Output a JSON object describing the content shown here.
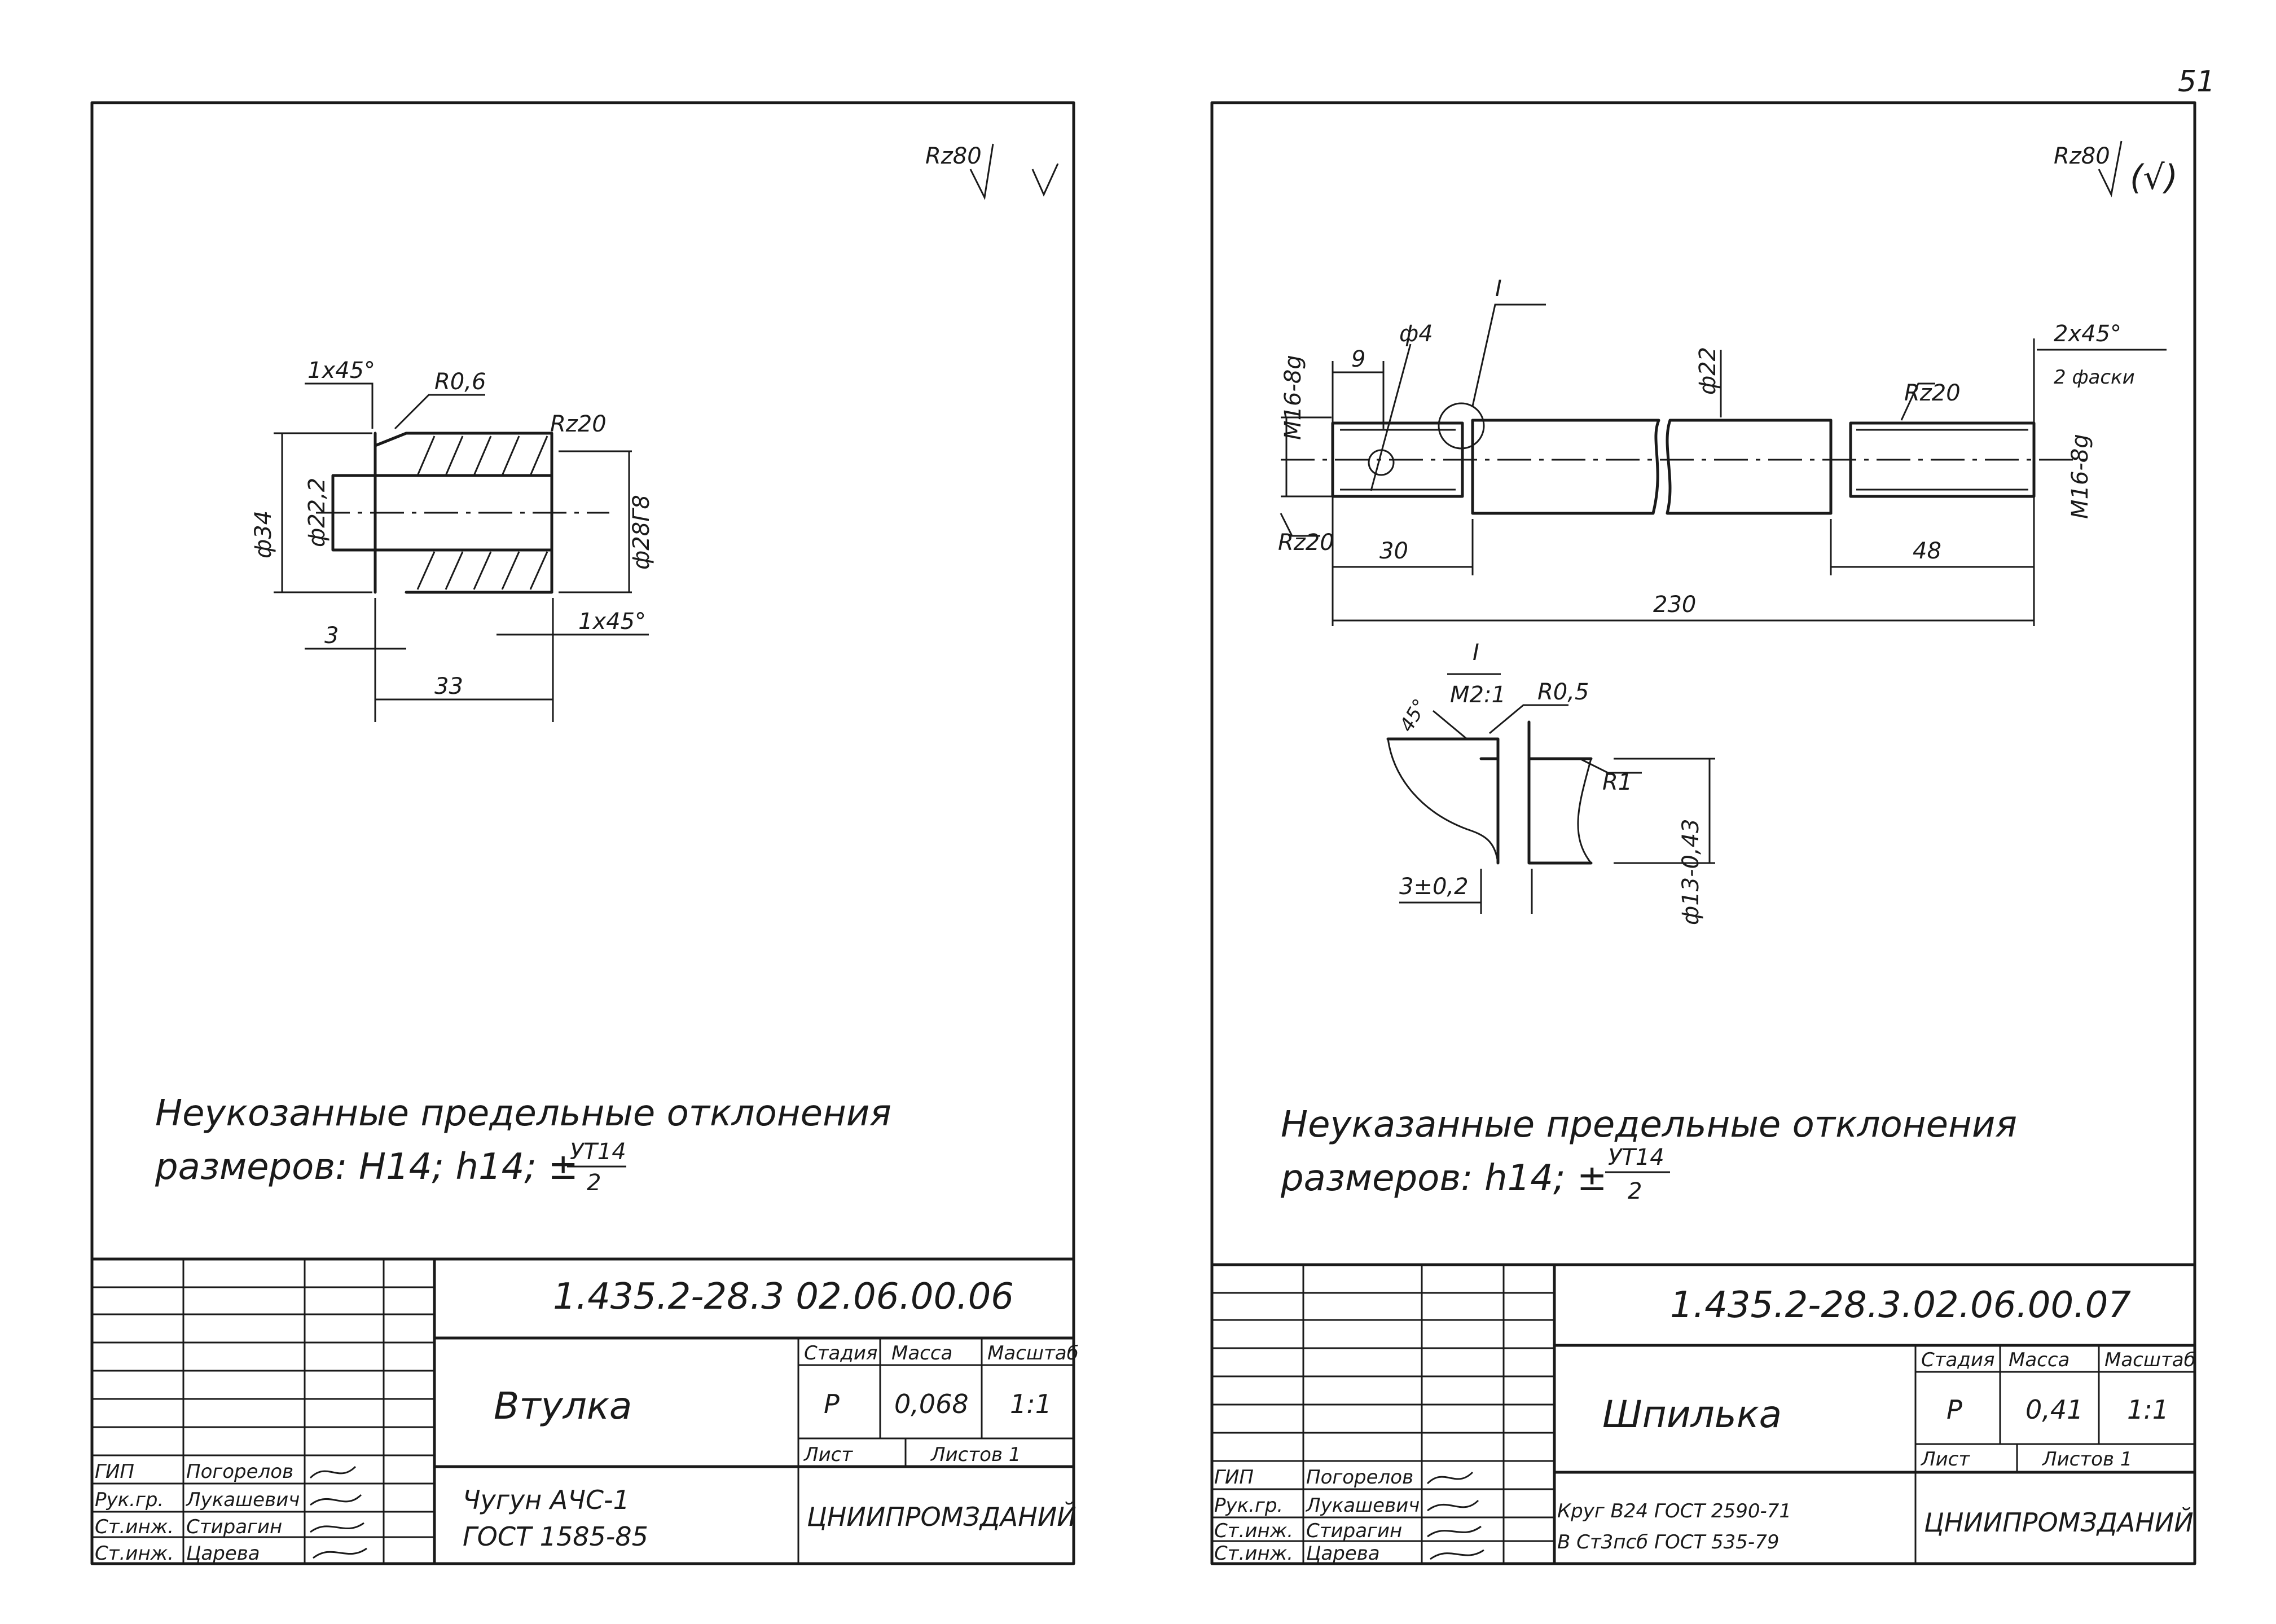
{
  "page_number": "51",
  "left_sheet": {
    "roughness_main": "Rz80",
    "dims": {
      "chamfer_top": "1x45°",
      "radius": "R0,6",
      "roughness_bore": "Rz20",
      "outer_diameter": "ф34",
      "inner_diameter": "ф22,2",
      "bore_diameter": "ф28Г8",
      "step": "3",
      "chamfer_bottom": "1x45°",
      "length": "33"
    },
    "note_line1": "Неукозанные предельные отклонения",
    "note_line2_prefix": "размеров: Н14; h14; ±",
    "note_frac_num": "УТ14",
    "note_frac_den": "2",
    "title_block": {
      "designation": "1.435.2-28.3 02.06.00.06",
      "part_name": "Втулка",
      "material_line1": "Чугун АЧС-1",
      "material_line2": "ГОСТ 1585-85",
      "stage_header": "Стадия",
      "mass_header": "Масса",
      "scale_header": "Масштаб",
      "stage": "Р",
      "mass": "0,068",
      "scale": "1:1",
      "sheet_label": "Лист",
      "sheets_label": "Листов 1",
      "org": "ЦНИИПРОМЗДАНИЙ",
      "roles": [
        "ГИП",
        "Рук.гр.",
        "Ст.инж.",
        "Ст.инж."
      ],
      "names": [
        "Погорелов",
        "Лукашевич",
        "Стирагин",
        "Царева"
      ]
    }
  },
  "right_sheet": {
    "roughness_main": "Rz80",
    "roughness_check": "(√)",
    "dims": {
      "section_mark": "I",
      "thread_left": "М16-8g",
      "thread_right": "М16-8g",
      "hole_dist": "9",
      "hole_diameter": "ф4",
      "shaft_diameter": "ф22",
      "chamfer": "2x45°",
      "chamfer_note": "2 фаски",
      "roughness_thread": "Rz20",
      "roughness_left": "Rz20",
      "thread_len_left": "30",
      "thread_len_right": "48",
      "total_length": "230"
    },
    "detail": {
      "mark": "I",
      "scale": "М2:1",
      "angle": "45°",
      "r1": "R0,5",
      "r2": "R1",
      "width": "3±0,2",
      "diameter": "ф13-0,43"
    },
    "note_line1": "Неуказанные предельные отклонения",
    "note_line2_prefix": "размеров: h14; ±",
    "note_frac_num": "УТ14",
    "note_frac_den": "2",
    "title_block": {
      "designation": "1.435.2-28.3.02.06.00.07",
      "part_name": "Шпилька",
      "material_line1": "Круг В24 ГОСТ 2590-71",
      "material_line2": "В Ст3псб ГОСТ 535-79",
      "stage_header": "Стадия",
      "mass_header": "Масса",
      "scale_header": "Масштаб",
      "stage": "Р",
      "mass": "0,41",
      "scale": "1:1",
      "sheet_label": "Лист",
      "sheets_label": "Листов 1",
      "org": "ЦНИИПРОМЗДАНИЙ",
      "roles": [
        "ГИП",
        "Рук.гр.",
        "Ст.инж.",
        "Ст.инж."
      ],
      "names": [
        "Погорелов",
        "Лукашевич",
        "Стирагин",
        "Царева"
      ]
    }
  }
}
